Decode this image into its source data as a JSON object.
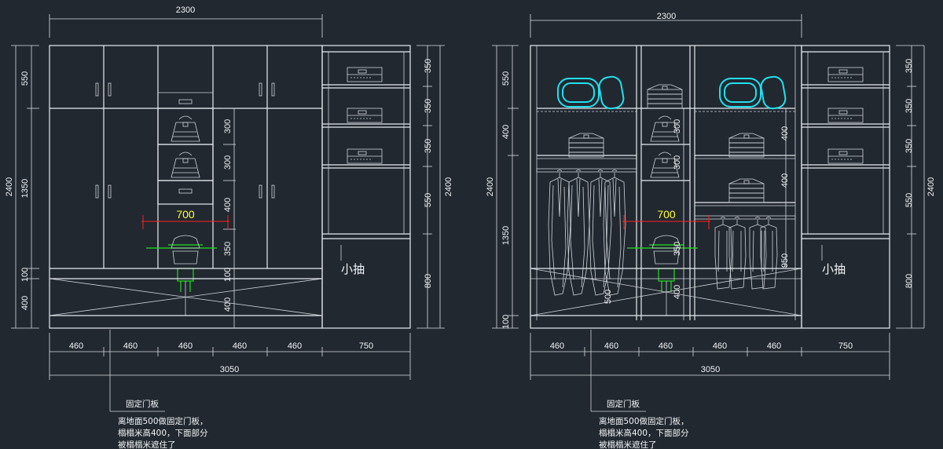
{
  "drawings": [
    {
      "top_width": "2300",
      "left_dims": {
        "total": "2400",
        "upper": "550",
        "middle": "1350",
        "d100": "100",
        "d400": "400"
      },
      "right_dims": {
        "total": "2400",
        "d350a": "350",
        "d350b": "350",
        "d350c": "350",
        "d550": "550",
        "d800": "800"
      },
      "inner_dims": [
        "300",
        "300",
        "400",
        "350",
        "100",
        "400"
      ],
      "bottom_dims": [
        "460",
        "460",
        "460",
        "460",
        "460",
        "750"
      ],
      "bottom_total": "3050",
      "drawer_label": "小抽",
      "callout": "700"
    },
    {
      "top_width": "2300",
      "left_dims": {
        "total": "2400",
        "upper": "550",
        "d400": "400",
        "middle": "1350",
        "d100": "100"
      },
      "right_dims": {
        "total": "2400",
        "d350a": "350",
        "d350b": "350",
        "d350c": "350",
        "d550": "550",
        "d800": "800"
      },
      "inner_dims": [
        "300",
        "300",
        "350",
        "500",
        "400"
      ],
      "section_dims": [
        "400",
        "400",
        "950"
      ],
      "bottom_dims": [
        "460",
        "460",
        "460",
        "460",
        "460",
        "750"
      ],
      "bottom_total": "3050",
      "drawer_label": "小抽",
      "callout": "700"
    }
  ],
  "notes": [
    {
      "title": "固定门板",
      "lines": [
        "离地面500做固定门板，",
        "榻榻米高400，下面部分",
        "被榻榻米遮住了"
      ]
    },
    {
      "title": "固定门板",
      "lines": [
        "离地面500做固定门板，",
        "榻榻米高400，下面部分",
        "被榻榻米遮住了"
      ]
    }
  ],
  "colors": {
    "background": "#212830",
    "line": "#e8ecef",
    "callout": "#ffff33",
    "marker": "#ff2020",
    "hanger": "#22dd22",
    "accent": "#22e0ee"
  }
}
